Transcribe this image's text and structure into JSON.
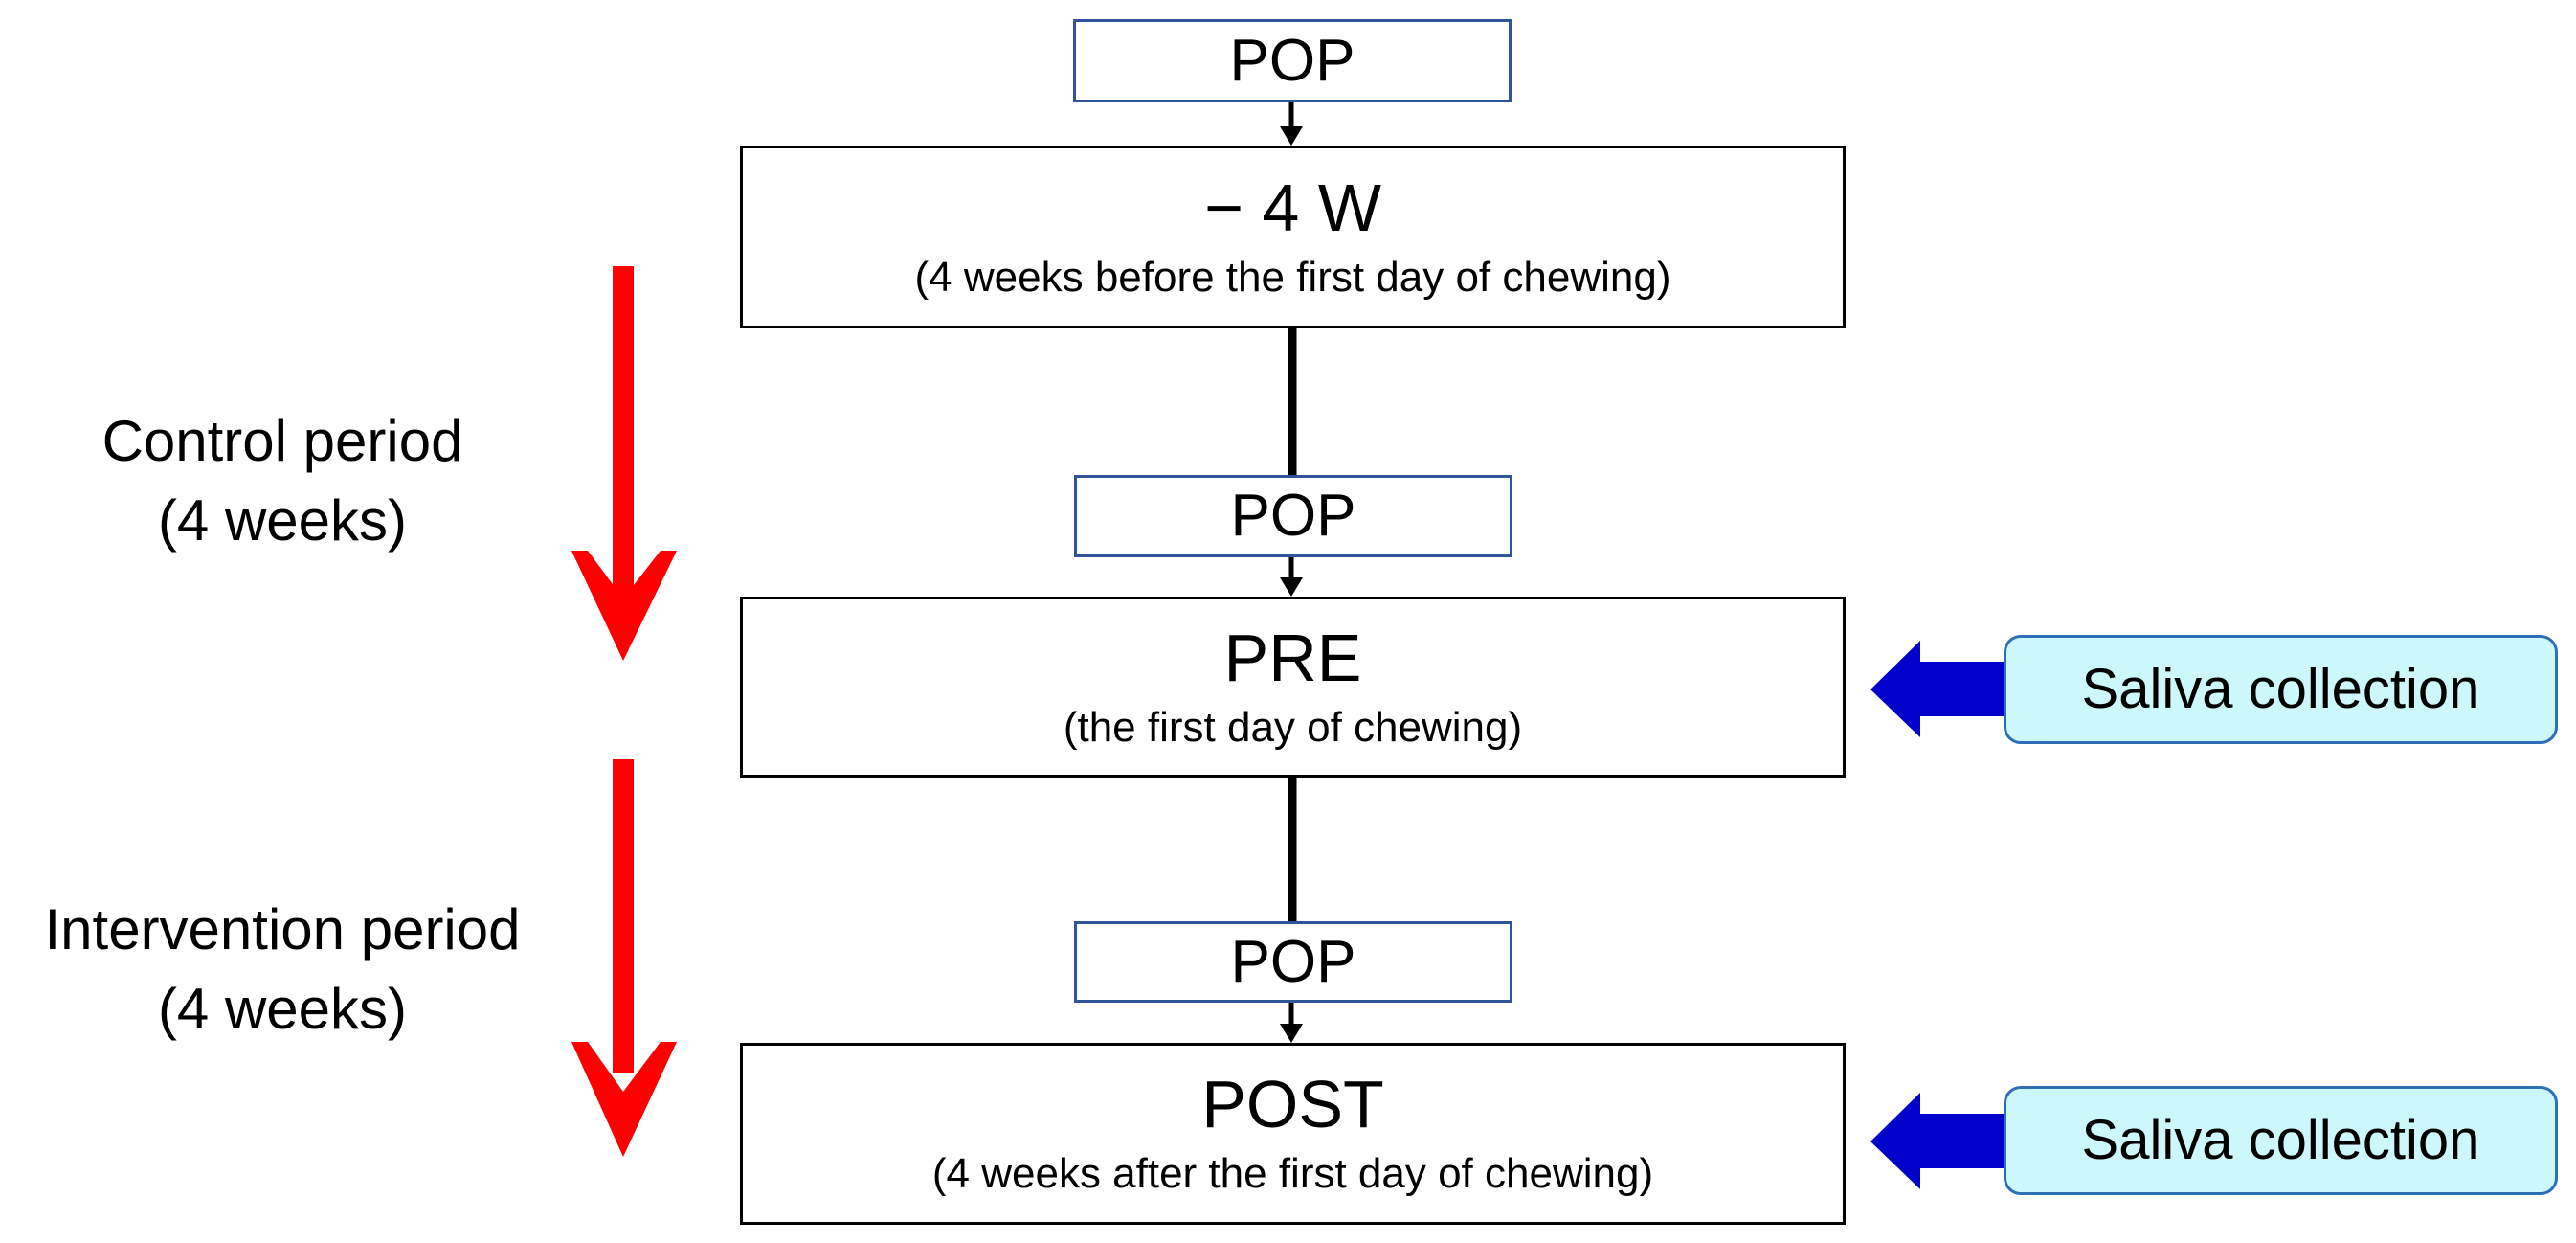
{
  "pop_label": "POP",
  "stages": {
    "minus4w": {
      "title": "− 4 W",
      "subtitle": "(4 weeks before the first day of chewing)"
    },
    "pre": {
      "title": "PRE",
      "subtitle": "(the first day of chewing)"
    },
    "post": {
      "title": "POST",
      "subtitle": "(4 weeks after the first day of chewing)"
    }
  },
  "periods": {
    "control": {
      "label": "Control period",
      "duration": "(4 weeks)"
    },
    "intervention": {
      "label": "Intervention period",
      "duration": "(4 weeks)"
    }
  },
  "saliva_label": "Saliva collection",
  "colors": {
    "pop_border": "#2f5597",
    "period_arrow": "#ff0000",
    "saliva_arrow": "#0000cc",
    "saliva_fill": "#ccf7fb",
    "saliva_border": "#2f6fb7"
  }
}
